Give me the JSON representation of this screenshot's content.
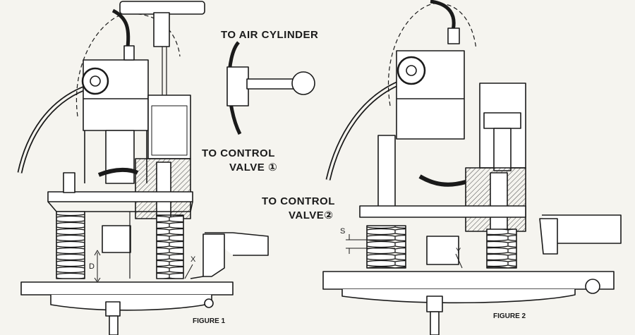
{
  "labels": {
    "to_air_cylinder": "TO AIR CYLINDER",
    "to_control_valve_1_line1": "TO CONTROL",
    "to_control_valve_1_line2": "VALVE ①",
    "to_control_valve_2_line1": "TO CONTROL",
    "to_control_valve_2_line2": "VALVE②",
    "figure_1": "FIGURE 1",
    "figure_2": "FIGURE 2",
    "dim_d": "D",
    "dim_x": "X",
    "dim_s": "S",
    "dim_y": "Y"
  },
  "colors": {
    "ink": "#1a1a1a",
    "paper": "#f5f4ef",
    "hatch": "#555555"
  }
}
